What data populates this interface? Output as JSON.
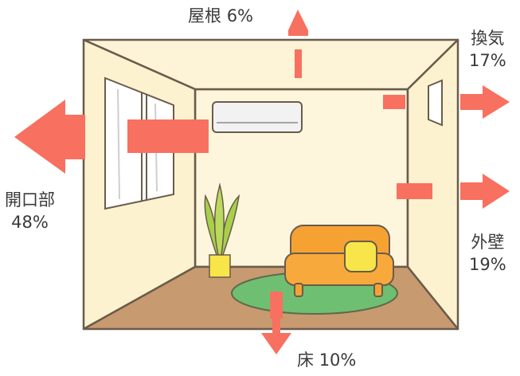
{
  "labels": {
    "roof": {
      "name": "屋根",
      "pct": "6%"
    },
    "ventilation": {
      "name": "換気",
      "pct": "17%"
    },
    "openings": {
      "name": "開口部",
      "pct": "48%"
    },
    "outer_wall": {
      "name": "外壁",
      "pct": "19%"
    },
    "floor": {
      "name": "床",
      "pct": "10%"
    }
  },
  "colors": {
    "arrow": "#f8705f",
    "wall": "#fdf6dc",
    "floor": "#c89a70",
    "outline": "#6b5b4b",
    "rug": "#6fbf73",
    "sofa": "#f5a233",
    "cushion": "#f7e54a",
    "plant": "#a8cf4b"
  }
}
